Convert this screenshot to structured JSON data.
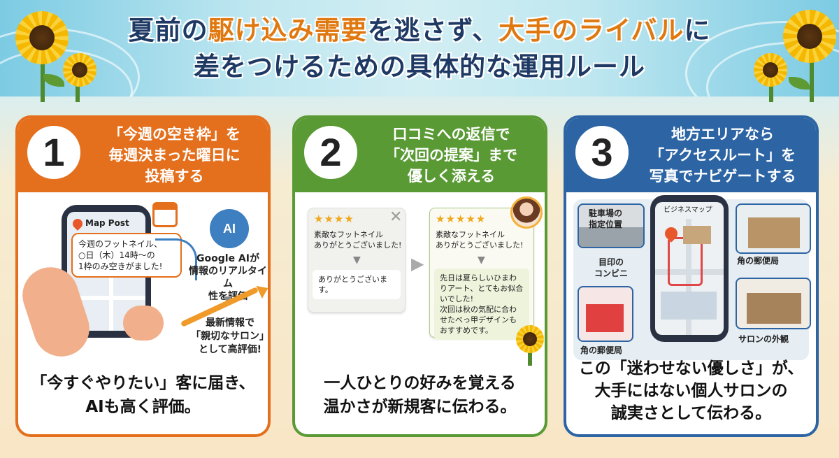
{
  "title": {
    "line1_a": "夏前の",
    "line1_hl1": "駆け込み需要",
    "line1_b": "を逃さず、",
    "line1_hl2": "大手のライバル",
    "line1_c": "に",
    "line2": "差をつけるための具体的な運用ルール"
  },
  "cards": [
    {
      "number": "1",
      "title_lines": [
        "「今週の空き枠」を",
        "毎週決まった曜日に",
        "投稿する"
      ],
      "app_label": "Map Post",
      "bubble_lines": [
        "今週のフットネイル、",
        "○日（木）14時〜の",
        "1枠のみ空きがました!"
      ],
      "ai_lines": [
        "Google AIが",
        "情報のリアルタイム",
        "性を評価"
      ],
      "result_lines": [
        "最新情報で",
        "「親切なサロン」",
        "として高評価!"
      ],
      "footer_lines": [
        "「今すぐやりたい」客に届き、",
        "AIも高く評価。"
      ],
      "ai_badge": "AI"
    },
    {
      "number": "2",
      "title_lines": [
        "口コミへの返信で",
        "「次回の提案」まで",
        "優しく添える"
      ],
      "left_stars": "★★★★",
      "left_review": [
        "素敵なフットネイル",
        "ありがとうございました!"
      ],
      "left_reply": [
        "ありがとうございま",
        "す。"
      ],
      "right_stars": "★★★★★",
      "right_review": [
        "素敵なフットネイル",
        "ありがとうございました!"
      ],
      "right_reply": [
        "先日は夏らしいひまわ",
        "りアート、とてもお似合",
        "いでした!",
        "次回は秋の気配に合わ",
        "せたべっ甲デザインも",
        "おすすめです。"
      ],
      "footer_lines": [
        "一人ひとりの好みを覚える",
        "温かさが新規客に伝わる。"
      ]
    },
    {
      "number": "3",
      "title_lines": [
        "地方エリアなら",
        "「アクセスルート」を",
        "写真でナビゲートする"
      ],
      "phone_label": "ビジネスマップ",
      "labels": {
        "parking": [
          "駐車場の",
          "指定位置"
        ],
        "conbini": [
          "目印の",
          "コンビニ"
        ],
        "post_left": "角の郵便局",
        "post_right": "角の郵便局",
        "salon": "サロンの外観"
      },
      "footer_lines": [
        "この「迷わせない優しさ」が、",
        "大手にはない個人サロンの",
        "誠実さとして伝わる。"
      ]
    }
  ],
  "colors": {
    "orange": "#e46f1c",
    "green": "#5a9a35",
    "blue": "#2c64a4",
    "title_navy": "#1e3a64",
    "title_highlight": "#e07810"
  }
}
